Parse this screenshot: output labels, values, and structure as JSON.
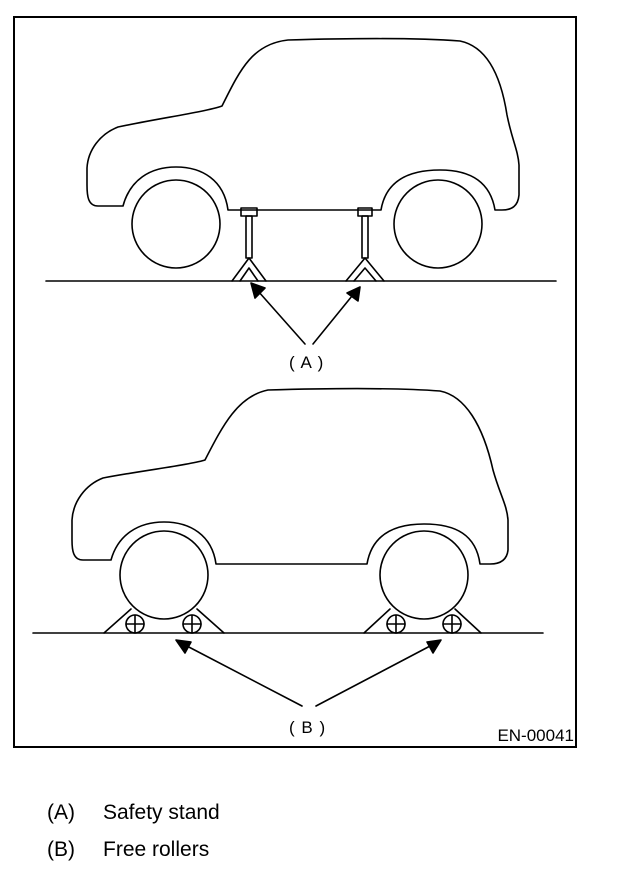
{
  "figure": {
    "id": "EN-00041",
    "callouts": {
      "a": "( A )",
      "b": "( B )"
    }
  },
  "legend": [
    {
      "key": "(A)",
      "text": "Safety stand"
    },
    {
      "key": "(B)",
      "text": "Free rollers"
    }
  ],
  "colors": {
    "line": "#000000",
    "background": "#ffffff"
  }
}
